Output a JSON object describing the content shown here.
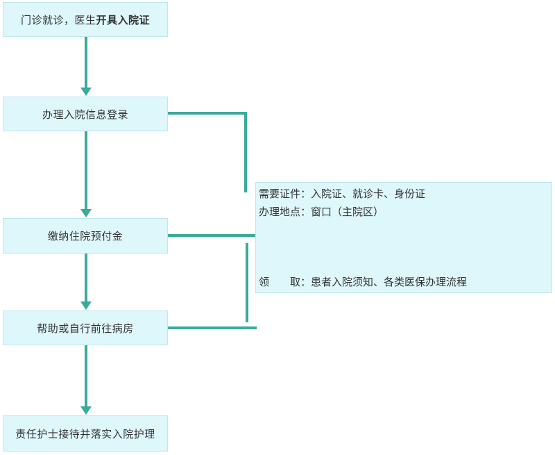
{
  "steps": {
    "step1": {
      "text": "门诊就诊，医生",
      "strong": "开具入院证"
    },
    "step2": "办理入院信息登录",
    "step3": "缴纳住院预付金",
    "step4": "帮助或自行前往病房",
    "step5": "责任护士接待并落实入院护理"
  },
  "note": {
    "line1": "需要证件：入院证、就诊卡、身份证",
    "line2": "办理地点：窗口（主院区）",
    "line3": "领　　取：患者入院须知、各类医保办理流程"
  },
  "colors": {
    "box_fill": "#def7fb",
    "box_border": "#bfe6ee",
    "connector": "#3aab9a",
    "text": "#333333"
  }
}
